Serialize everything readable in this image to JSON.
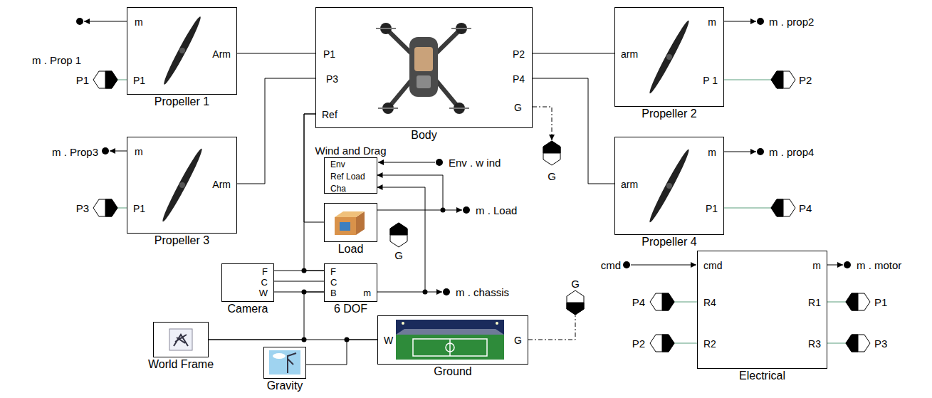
{
  "diagram": {
    "nodes": [
      {
        "text": [
          "m",
          "P1",
          "Arm",
          "Propeller 1"
        ]
      },
      {
        "text": [
          "P1",
          "P3",
          "Ref",
          "P2",
          "P4",
          "G",
          "Body"
        ]
      },
      {
        "text": [
          "m",
          "arm",
          "P 1",
          "Propeller 2"
        ]
      },
      {
        "text": [
          "m",
          "P1",
          "Arm",
          "Propeller 3"
        ]
      },
      {
        "text": [
          "Env",
          "Ref Load",
          "Cha",
          "Wind and Drag"
        ]
      },
      {
        "text": [
          "m",
          "arm",
          "P1",
          "Propeller 4"
        ]
      },
      {
        "text": [
          "Load"
        ]
      },
      {
        "text": [
          "cmd",
          "m",
          "R4",
          "R1",
          "R2",
          "R3",
          "Electrical"
        ]
      },
      {
        "text": [
          "F",
          "C",
          "W",
          "Camera"
        ]
      },
      {
        "text": [
          "F",
          "C",
          "B",
          "m",
          "6 DOF"
        ]
      },
      {
        "text": [
          "World Frame"
        ]
      },
      {
        "text": [
          "Gravity"
        ]
      },
      {
        "text": [
          "W",
          "G",
          "Ground"
        ]
      }
    ],
    "edges": [
      {
        "from": 0,
        "to": 1,
        "arrow": "none"
      },
      {
        "from": 1,
        "to": 2,
        "arrow": "none"
      },
      {
        "from": 3,
        "to": 1,
        "arrow": "none"
      },
      {
        "from": 1,
        "to": 5,
        "arrow": "none"
      },
      {
        "from": 1,
        "to": 9,
        "arrow": "none"
      },
      {
        "from": 1,
        "to": 6,
        "arrow": "none"
      },
      {
        "from": 8,
        "to": 9,
        "arrow": "none"
      },
      {
        "from": 8,
        "to": 9,
        "arrow": "none"
      },
      {
        "from": 8,
        "to": 9,
        "arrow": "none"
      },
      {
        "from": 9,
        "to": 10,
        "arrow": "none"
      },
      {
        "from": 10,
        "to": 12,
        "arrow": "none"
      },
      {
        "from": 11,
        "to": 12,
        "arrow": "none"
      },
      {
        "from": 9,
        "to": 4,
        "arrow": "to"
      },
      {
        "from": 6,
        "to": 4,
        "arrow": "to"
      }
    ],
    "labels": [
      "m . Prop 1",
      "P1",
      "m . prop2",
      "P2",
      "m . Prop3",
      "P3",
      "G",
      "Env . w ind",
      "m . prop4",
      "P4",
      "m . Load",
      "G",
      "cmd",
      "m . motor",
      "G",
      "P4",
      "P1",
      "m . chassis",
      "P2",
      "P3"
    ]
  }
}
